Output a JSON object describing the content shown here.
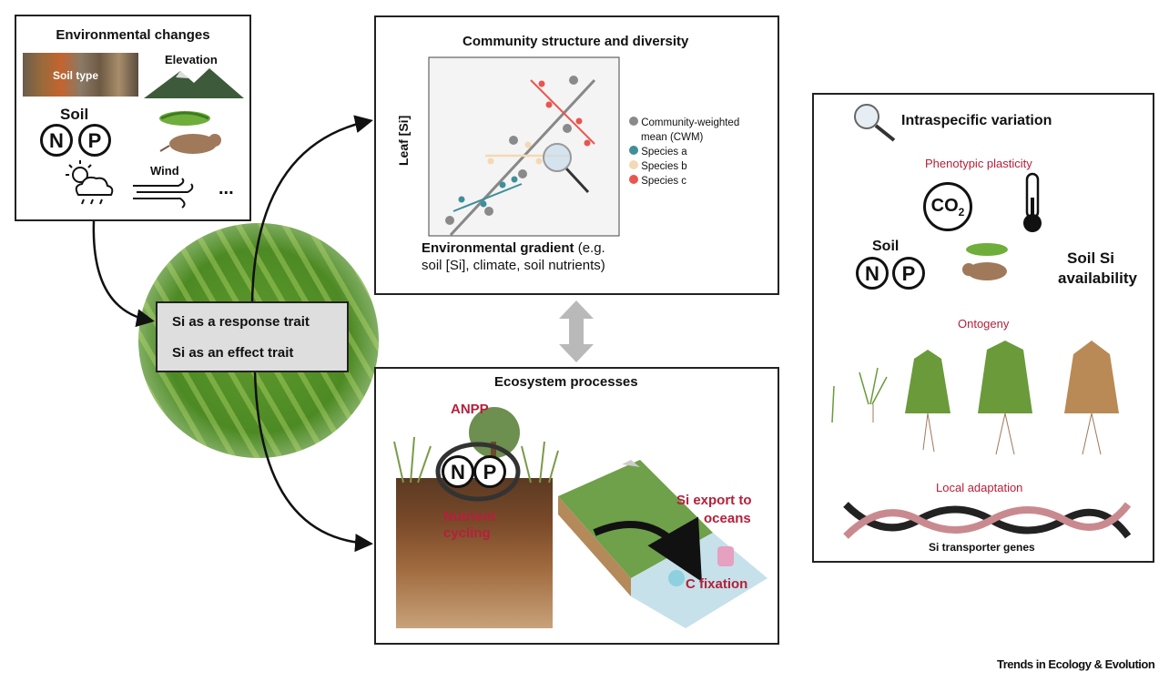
{
  "env_box": {
    "title": "Environmental changes",
    "soil_type": "Soil type",
    "elevation": "Elevation",
    "soil": "Soil",
    "n": "N",
    "p": "P",
    "wind": "Wind",
    "more": "..."
  },
  "center_box": {
    "response": "Si as a response trait",
    "effect": "Si as an effect trait"
  },
  "community_box": {
    "title": "Community structure and diversity",
    "ylabel": "Leaf [Si]",
    "xlabel_bold": "Environmental gradient",
    "xlabel_rest": " (e.g.",
    "xlabel_line2": "soil [Si], climate, soil nutrients)",
    "legend": [
      {
        "label": "Community-weighted",
        "label2": "mean (CWM)",
        "color": "#8a8a8a"
      },
      {
        "label": "Species a",
        "color": "#3f8f9a"
      },
      {
        "label": "Species b",
        "color": "#f3d9b5"
      },
      {
        "label": "Species c",
        "color": "#e9554f"
      }
    ]
  },
  "ecosystem_box": {
    "title": "Ecosystem processes",
    "anpp": "ANPP",
    "n": "N",
    "p": "P",
    "nutrient": "Nutrient",
    "cycling": "cycling",
    "si_export": "Si export to",
    "oceans": "oceans",
    "c_fixation": "C fixation"
  },
  "right_box": {
    "title": "Intraspecific variation",
    "plasticity": "Phenotypic plasticity",
    "co2": "CO",
    "co2_sub": "2",
    "soil": "Soil",
    "n": "N",
    "p": "P",
    "soil_si": "Soil Si",
    "availability": "availability",
    "ontogeny": "Ontogeny",
    "local": "Local adaptation",
    "genes": "Si transporter genes"
  },
  "footer": "Trends in Ecology & Evolution",
  "colors": {
    "accent_red": "#b5203a",
    "arrow_gray": "#b9b9b9"
  }
}
